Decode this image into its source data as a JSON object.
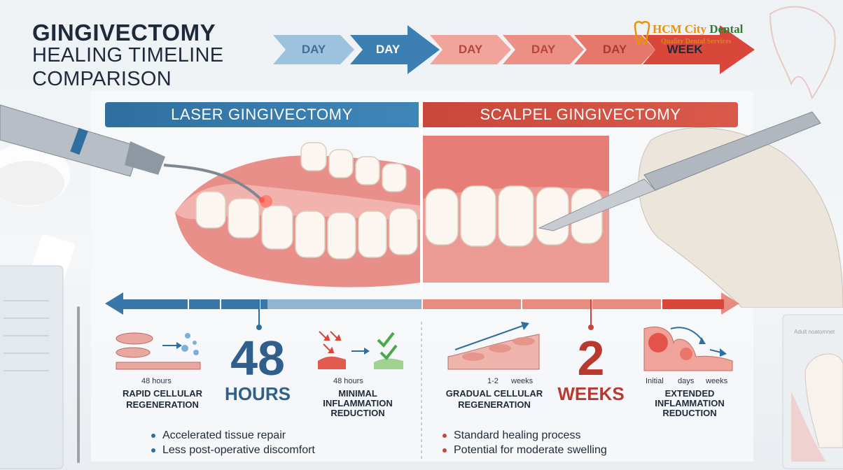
{
  "title": {
    "line1": "GINGIVECTOMY",
    "line2": "HEALING TIMELINE",
    "line3": "COMPARISON"
  },
  "timeline": {
    "labels": [
      "DAY",
      "DAY",
      "DAY",
      "DAY",
      "DAY",
      "WEEK"
    ]
  },
  "logo": {
    "name_part1": "HCM City",
    "name_part2": "Dental",
    "tagline": "Quality Dental Services"
  },
  "laser": {
    "heading": "LASER GINGIVECTOMY",
    "stat_number": "48",
    "stat_unit": "HOURS",
    "left_small": "48 hours",
    "left_label_1": "RAPID CELLULAR",
    "left_label_2": "REGENERATION",
    "right_small": "48 hours",
    "right_label_1": "MINIMAL",
    "right_label_2": "INFLAMMATION",
    "right_label_3": "REDUCTION",
    "bullets": [
      "Accelerated tissue repair",
      "Less post-operative discomfort"
    ]
  },
  "scalpel": {
    "heading": "SCALPEL GINGIVECTOMY",
    "stat_number": "2",
    "stat_unit": "WEEKS",
    "left_small_a": "1-2",
    "left_small_b": "weeks",
    "left_label_1": "GRADUAL CELLULAR",
    "left_label_2": "REGENERATION",
    "right_small_a": "Initial",
    "right_small_b": "days",
    "right_small_c": "weeks",
    "right_label_1": "EXTENDED",
    "right_label_2": "INFLAMMATION",
    "right_label_3": "REDUCTION",
    "bullets": [
      "Standard healing process",
      "Potential for moderate swelling"
    ]
  },
  "chart_label": "Adult noatomnet",
  "colors": {
    "blue": "#2f6f9f",
    "red": "#c9473a",
    "dark_text": "#1e2a3a"
  }
}
